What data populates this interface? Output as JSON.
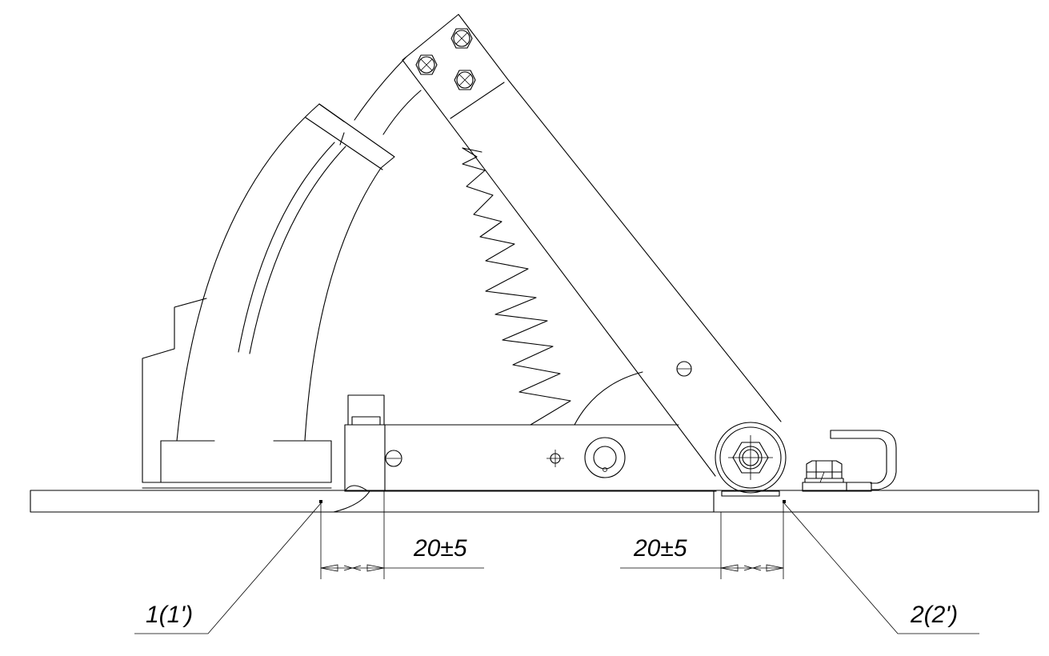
{
  "dimensions": {
    "left": "20±5",
    "right": "20±5"
  },
  "callouts": {
    "left": "1(1')",
    "right": "2(2')"
  }
}
